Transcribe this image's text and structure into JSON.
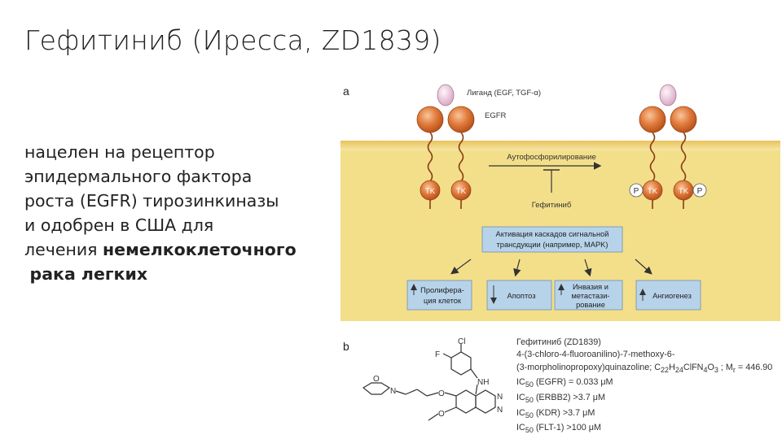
{
  "slide": {
    "title": "Гефитиниб (Иресса, ZD1839)",
    "body_line1": "нацелен на рецептор",
    "body_line2": "эпидермального фактора",
    "body_line3": "роста (EGFR) тирозинкиназы",
    "body_line4": "и одобрен в США для",
    "body_line5_plain": "лечения ",
    "body_line5_bold": "немелкоклеточного",
    "body_line6_bold": "рака легких"
  },
  "figure_a": {
    "panel_label": "a",
    "ligand_label": "Лиганд (EGF, TGF-α)",
    "receptor_label": "EGFR",
    "autophos_label": "Аутофосфорилирование",
    "drug_label": "Гефитиниб",
    "tk": "TK",
    "p": "P",
    "cascade_line1": "Активация каскадов сигнальной",
    "cascade_line2": "трансдукции (например, MAPK)",
    "out1_line1": "Пролифера-",
    "out1_line2": "ция клеток",
    "out2": "Апоптоз",
    "out3_line1": "Инвазия и",
    "out3_line2": "метастази-",
    "out3_line3": "рование",
    "out4": "Ангиогенез",
    "colors": {
      "membrane_top": "#f6e7a6",
      "cytoplasm": "#f3df8a",
      "receptor": "#e07a3c",
      "ligand": "#f0cfe0",
      "box": "#b7d3ea"
    }
  },
  "figure_b": {
    "panel_label": "b",
    "atom_cl": "Cl",
    "atom_f": "F",
    "atom_nh": "NH",
    "atom_n": "N",
    "atom_o": "O",
    "name": "Гефитиниб (ZD1839)",
    "iupac1": "4-(3-chloro-4-fluoroanilino)-7-methoxy-6-",
    "iupac2": "(3-morpholinopropoxy)quinazoline; C",
    "formula_sub1": "22",
    "formula_h": "H",
    "formula_sub2": "24",
    "formula_rest": "ClFN",
    "formula_sub3": "4",
    "formula_o": "O",
    "formula_sub4": "3",
    "mr_sep": " ; M",
    "mr_sub": "r",
    "mr_val": " = 446.90",
    "ic_prefix": "IC",
    "ic_sub": "50",
    "ic1": " (EGFR) = 0.033 μM",
    "ic2": " (ERBB2) >3.7 μM",
    "ic3": " (KDR) >3.7 μM",
    "ic4": " (FLT-1) >100 μM"
  }
}
